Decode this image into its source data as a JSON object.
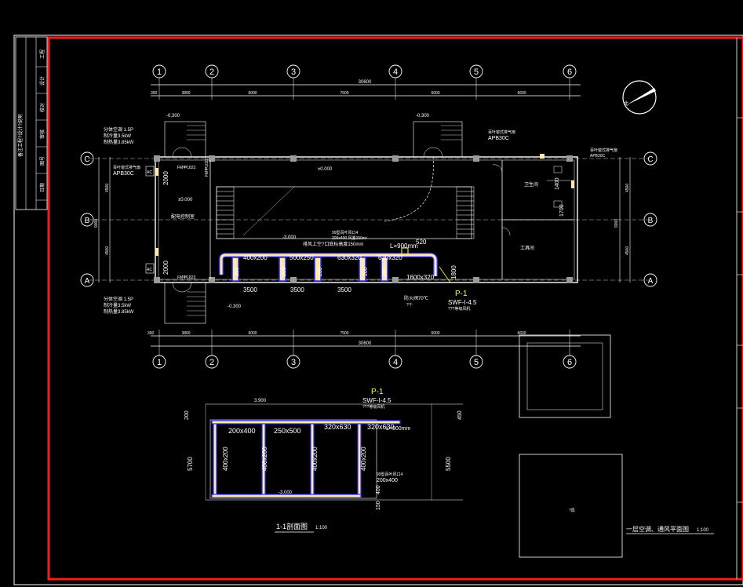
{
  "axes": {
    "columns": [
      "1",
      "2",
      "3",
      "4",
      "5",
      "6"
    ],
    "rows": [
      "C",
      "B",
      "A"
    ]
  },
  "dimensions": {
    "total_length": "30600",
    "bays": [
      "3800",
      "6000",
      "7500",
      "6000",
      "6600"
    ],
    "edge": "300",
    "bottom_runs": [
      "3500",
      "3500",
      "3500"
    ],
    "right_spans": [
      "4500",
      "4500",
      "9000"
    ],
    "section_heights": [
      "5700",
      "5500"
    ],
    "section_top": "3.900",
    "section_bottom": "-3.000",
    "section_small": [
      "200",
      "450",
      "150",
      "400"
    ]
  },
  "elevations": {
    "top_left": "-0.300",
    "top_mid": "-0.300",
    "bottom_left": "-0.300",
    "floor": "±0.000",
    "floor2": "±0.000",
    "pit": "-3.000"
  },
  "rooms": {
    "lobby": "配电控制室",
    "washroom": "卫生间",
    "tool_room": "工具间"
  },
  "doors": {
    "top_left": "FM甲1823",
    "bottom_left": "FM甲1823",
    "mid_vertical": "FM甲1023"
  },
  "equipment": {
    "ac_top": [
      "分体空调 1.5P",
      "制冷量3.5kW",
      "制热量3.85kW"
    ],
    "ac_bottom": [
      "分体空调 1.5P",
      "制冷量3.5kW",
      "制热量3.85kW"
    ],
    "fan_left": [
      "百叶窗式排气扇",
      "APB30C"
    ],
    "fan_right": [
      "百叶窗式排气扇",
      "APB30C"
    ],
    "fan_right2": [
      "百叶窗式排气扇",
      "APB30C"
    ],
    "ac_tag": "AC"
  },
  "ducts": {
    "sizes": [
      "400x200",
      "500x250",
      "630x320",
      "630x320"
    ],
    "drop": [
      "200",
      "200",
      "200",
      "200",
      "200"
    ],
    "main_note": [
      "99型百叶风口4",
      "200x400 风量150m³"
    ],
    "supply_note": "排风上空?口底标高度150mm",
    "length": "L=900mm",
    "riser": "520",
    "riser2": "1600x320",
    "fan_label": "P-1",
    "fan_spec": "SWF-I-4.5",
    "fan_spec_note": "???等级风机",
    "fire_note": [
      "防火阀70℃",
      "?个"
    ],
    "height_tag": "1800",
    "door_h": [
      "2000",
      "2000"
    ],
    "wc_h": [
      "1400",
      "1700"
    ]
  },
  "section": {
    "title": "1-1剖面图",
    "scale": "1:100",
    "cells": [
      "200x400",
      "250x500",
      "320x630",
      "320x630"
    ],
    "verticals": [
      "400x200",
      "400x200",
      "400x200",
      "400x200"
    ],
    "fan_label": "P-1",
    "fan_spec": "SWF-I-4.5",
    "fan_note": "???等级风机",
    "vent_note": [
      "99型百叶风口4",
      "200x400"
    ],
    "len": "L=900mm"
  },
  "plan_title": {
    "text": "一层空调、通风平面图",
    "scale": "1:100"
  },
  "boxes": {
    "right_box_label": "?局"
  },
  "north_label": "北",
  "title_block": [
    "工程",
    "设计",
    "校对",
    "审核",
    "图号",
    "日期"
  ],
  "side_note": "备注工程?设计?说明",
  "colors": {
    "background": "#000000",
    "line": "#ffffff",
    "frame": "#ff1a1a",
    "duct": "#2c2cff",
    "duct_fill": "#ffe9a8",
    "highlight": "#ffff3c",
    "axis_bubble": "#ffffff"
  }
}
